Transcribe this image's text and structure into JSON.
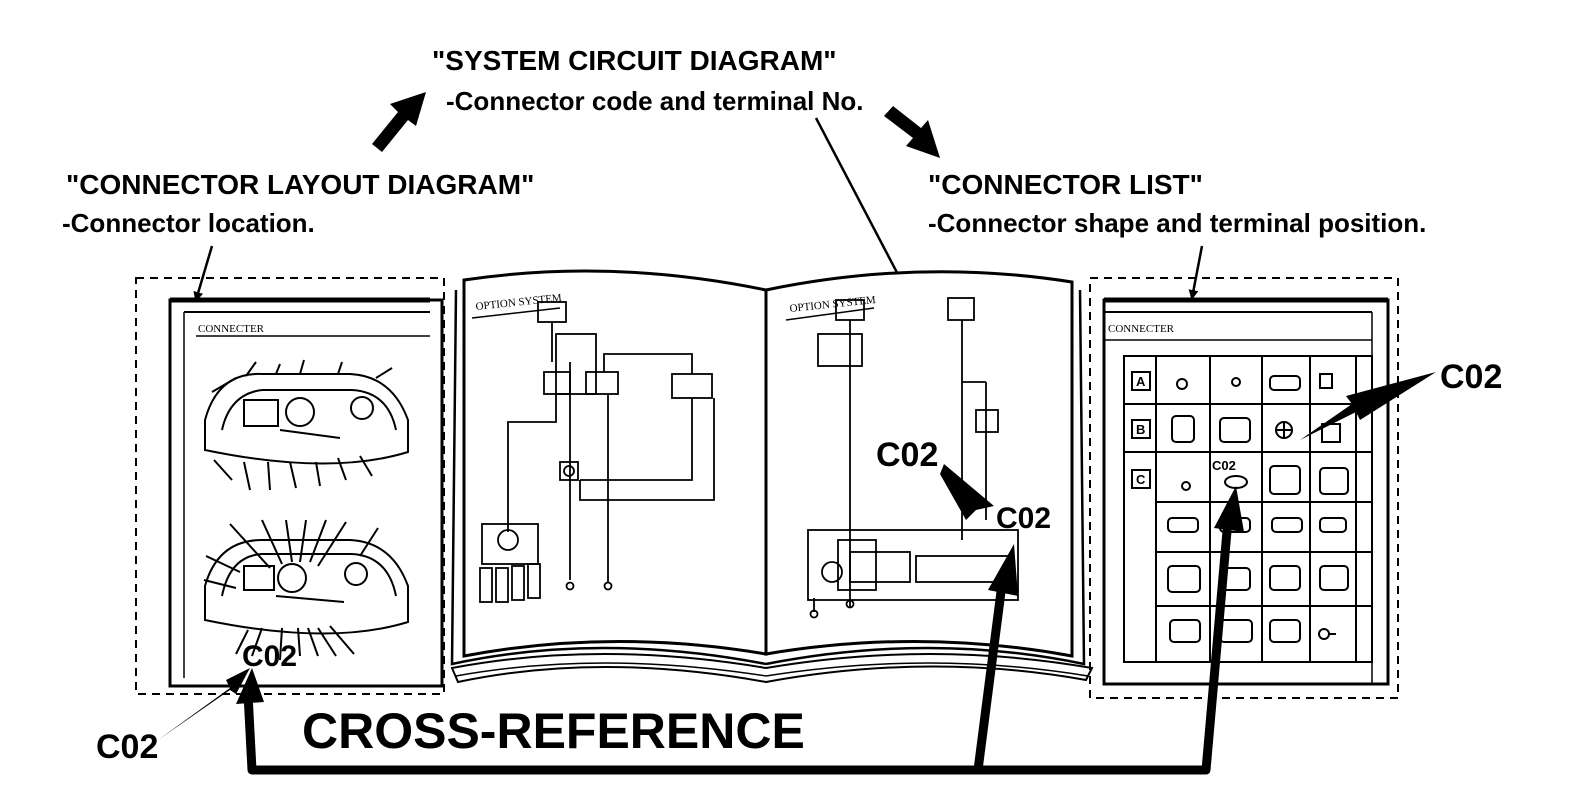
{
  "labels": {
    "circuit_title": "\"SYSTEM CIRCUIT DIAGRAM\"",
    "circuit_sub": "-Connector code and terminal No.",
    "layout_title": "\"CONNECTOR  LAYOUT DIAGRAM\"",
    "layout_sub": "-Connector location.",
    "list_title": "\"CONNECTOR LIST\"",
    "list_sub": "-Connector shape and terminal position.",
    "cross_reference": "CROSS-REFERENCE"
  },
  "connector_code": "C02",
  "layout_page": {
    "header": "CONNECTER"
  },
  "book_pages": {
    "left_header": "OPTION SYSTEM",
    "right_header": "OPTION SYSTEM"
  },
  "list_page": {
    "header": "CONNECTER",
    "rows": [
      "A",
      "B",
      "C"
    ]
  }
}
